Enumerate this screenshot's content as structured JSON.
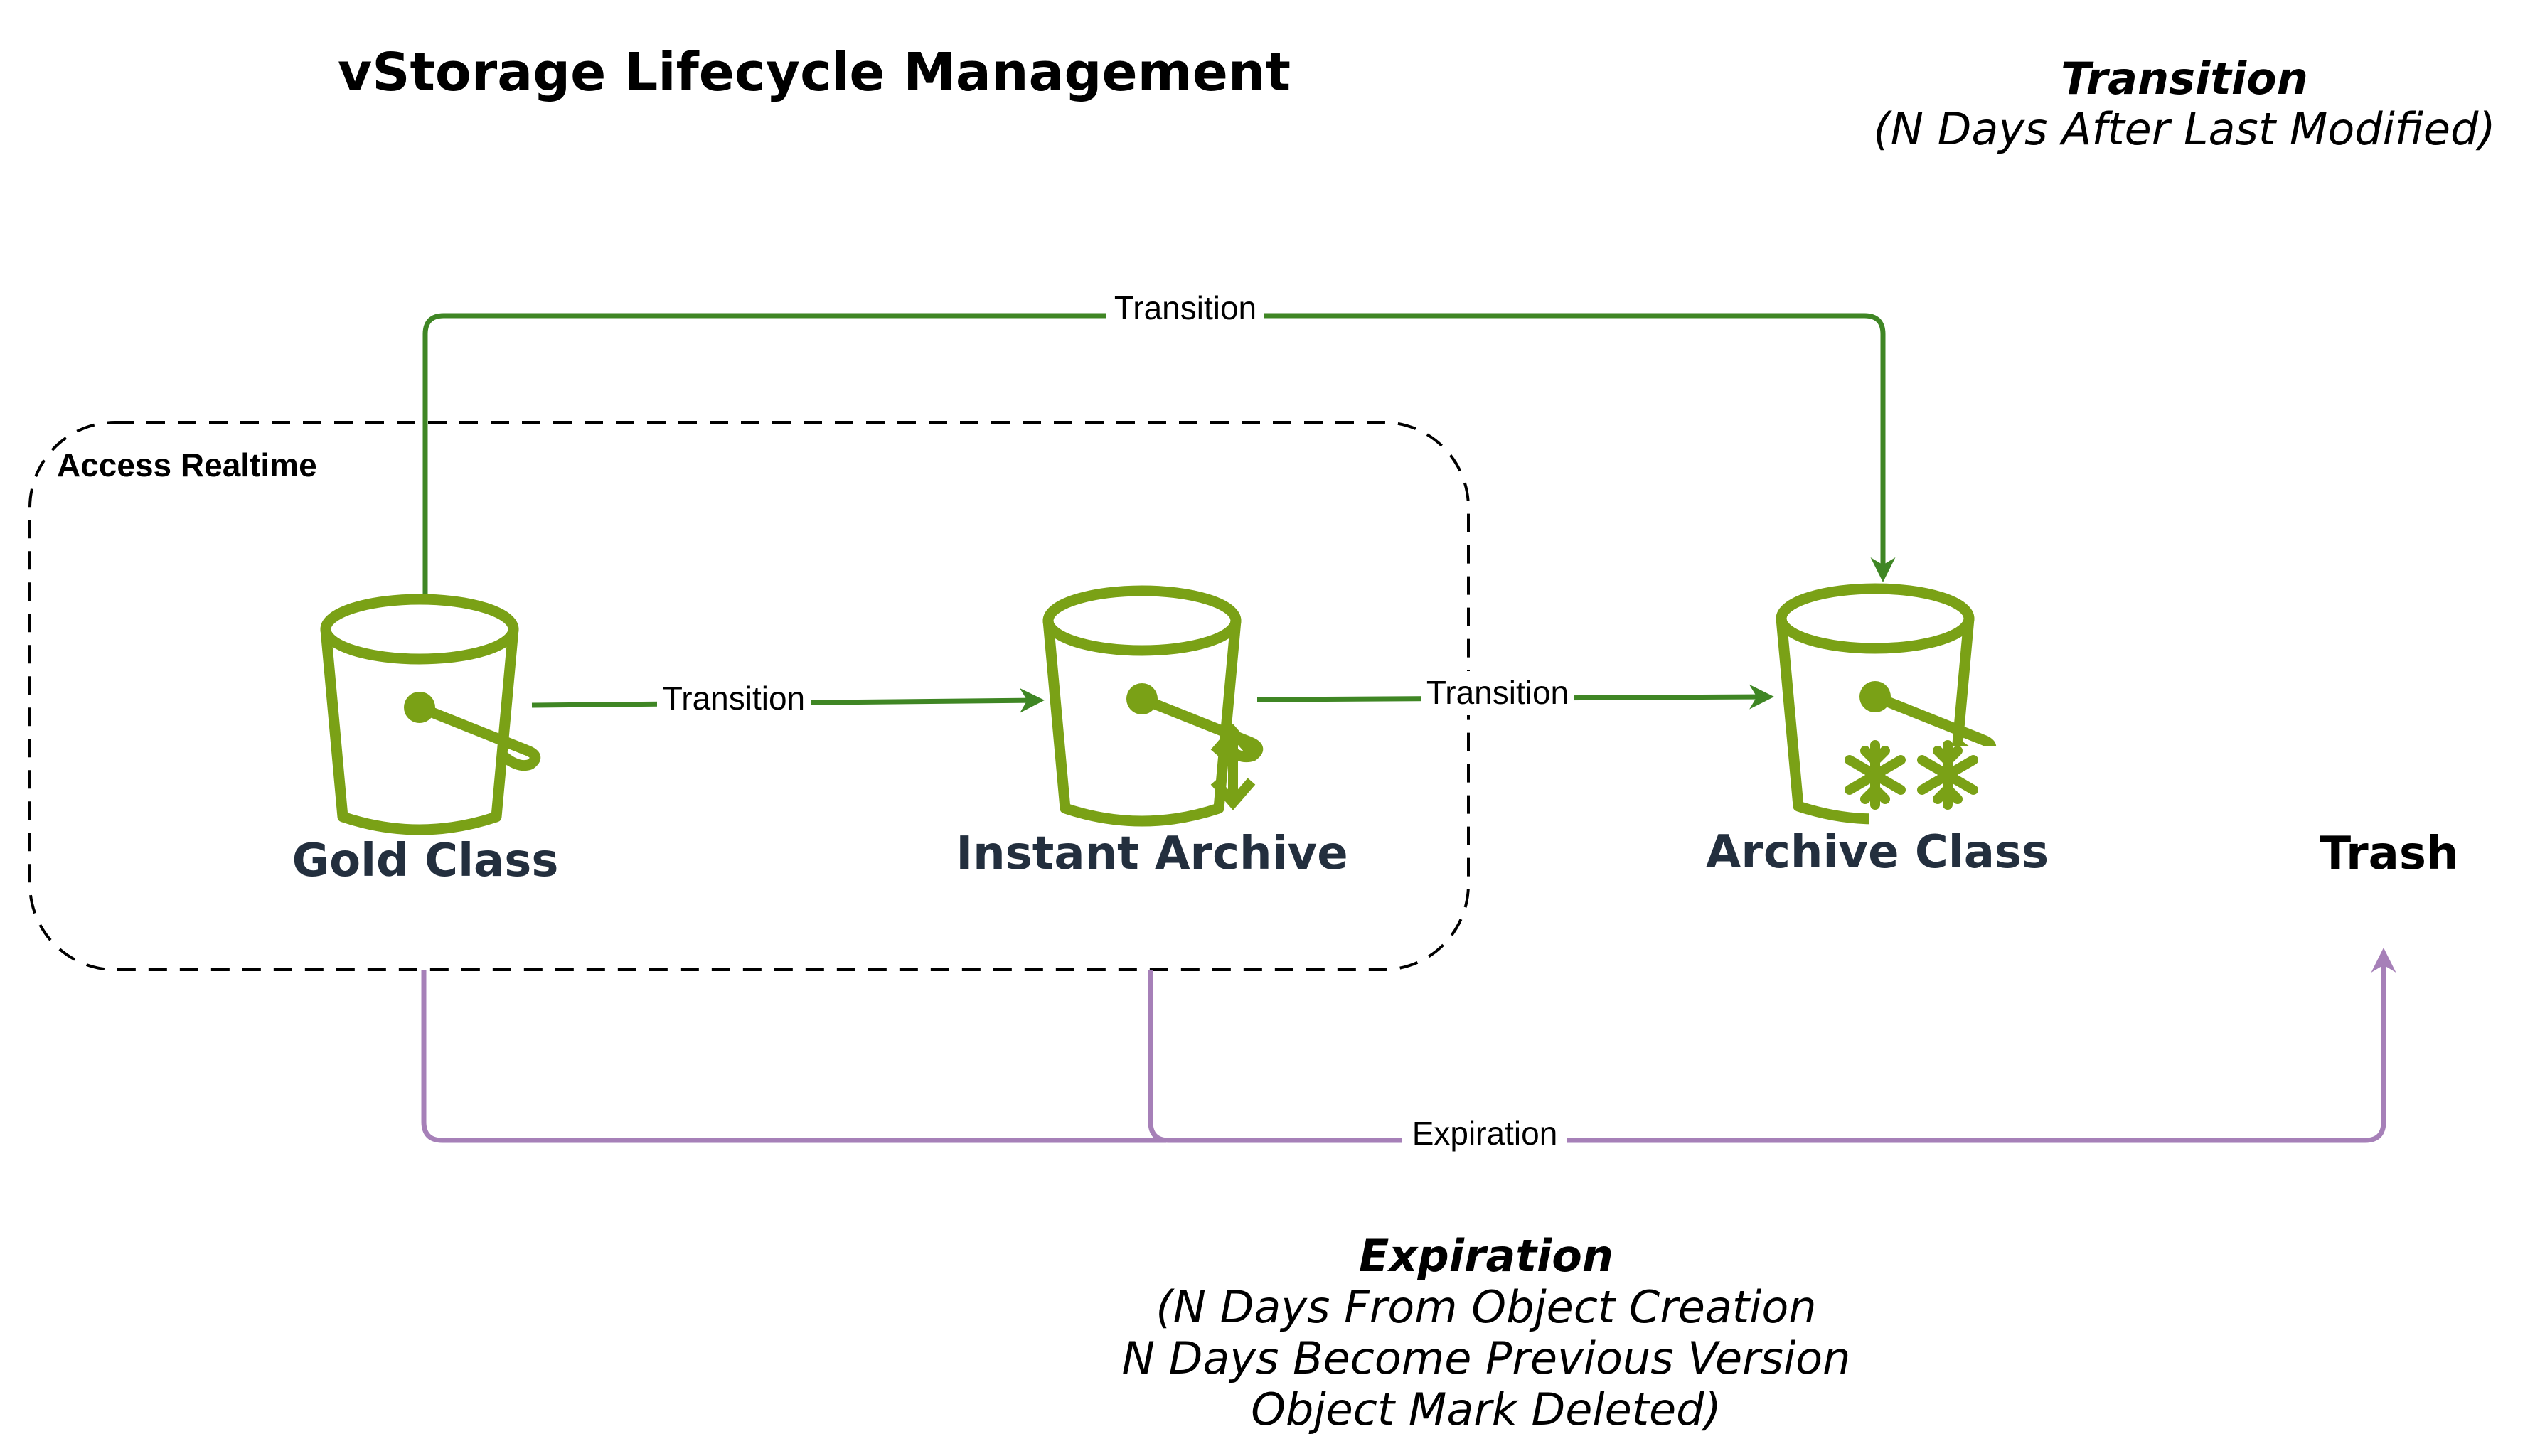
{
  "title": "vStorage Lifecycle Management",
  "legend_transition": {
    "heading": "Transition",
    "detail": "(N Days After Last Modified)"
  },
  "legend_expiration": {
    "heading": "Expiration",
    "lines": [
      "(N Days From Object Creation",
      "N Days Become Previous Version",
      "Object Mark Deleted)"
    ]
  },
  "group": {
    "label": "Access Realtime"
  },
  "nodes": {
    "gold": {
      "label": "Gold Class",
      "icon": "bucket-icon"
    },
    "instant": {
      "label": "Instant Archive",
      "icon": "bucket-instant-retrieval-icon"
    },
    "archive": {
      "label": "Archive Class",
      "icon": "bucket-glacier-icon"
    },
    "trash": {
      "label": "Trash"
    }
  },
  "edges": {
    "gold_to_archive": "Transition",
    "gold_to_instant": "Transition",
    "instant_to_archive": "Transition",
    "expiration": "Expiration"
  },
  "colors": {
    "transition_line": "#3f8624",
    "expiration_line": "#a680b8",
    "bucket": "#7aa116",
    "node_text": "#232f3e"
  }
}
